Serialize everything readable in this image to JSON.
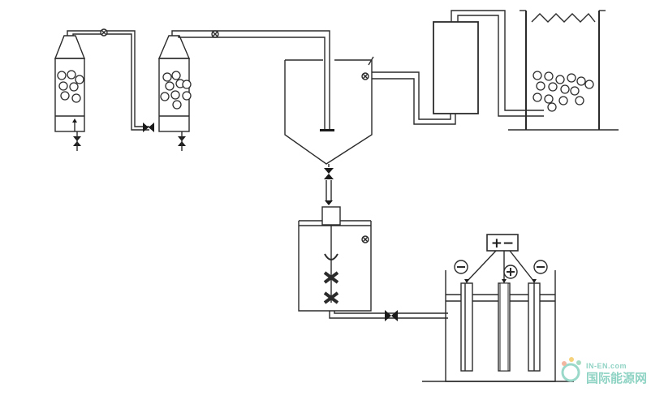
{
  "diagram": {
    "type": "process-flow schematic",
    "elements": [
      "packed-column-1",
      "packed-column-2",
      "conical-settling-tank",
      "separator-box",
      "packed-tank",
      "stirred-mixing-tank",
      "electrolysis-cell",
      "dc-power-supply"
    ],
    "power_supply": {
      "symbol": "+−"
    },
    "electrodes": [
      {
        "polarity": "negative",
        "symbol": "⊖"
      },
      {
        "polarity": "positive",
        "symbol": "⊕"
      },
      {
        "polarity": "negative",
        "symbol": "⊖"
      }
    ]
  },
  "watermark": {
    "latin": "IN-EN.com",
    "cjk": "国际能源网"
  },
  "colors": {
    "line": "#2b2b2b",
    "watermark": "#8fd3c4",
    "background": "#ffffff"
  }
}
